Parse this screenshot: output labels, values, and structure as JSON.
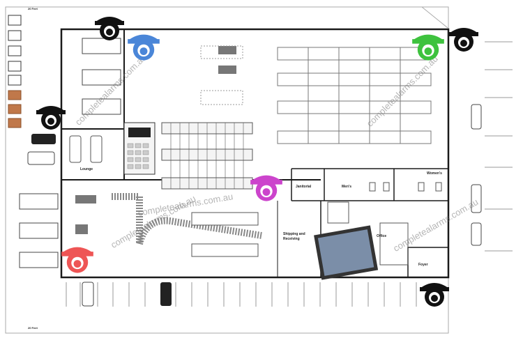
{
  "labels": {
    "top_scale": "20 Feet",
    "bottom_scale": "20 Feet",
    "lounge": "Lounge",
    "janitorial": "Janitorial",
    "mens": "Men's",
    "womens": "Women's",
    "shipping": "Shipping and Receiving",
    "office": "Office",
    "foyer": "Foyer"
  },
  "watermark": "completealarms.com.au",
  "cameras": [
    {
      "name": "camera-black-1",
      "color": "#111111"
    },
    {
      "name": "camera-blue",
      "color": "#4a86d8"
    },
    {
      "name": "camera-green",
      "color": "#3ec23e"
    },
    {
      "name": "camera-black-2",
      "color": "#111111"
    },
    {
      "name": "camera-black-3",
      "color": "#111111"
    },
    {
      "name": "camera-magenta",
      "color": "#cc44cc"
    },
    {
      "name": "camera-red",
      "color": "#ee5555"
    },
    {
      "name": "camera-black-4",
      "color": "#111111"
    }
  ],
  "colors": {
    "wall": "#1a1a1a",
    "rack": "#888888",
    "shelf": "#555555"
  }
}
